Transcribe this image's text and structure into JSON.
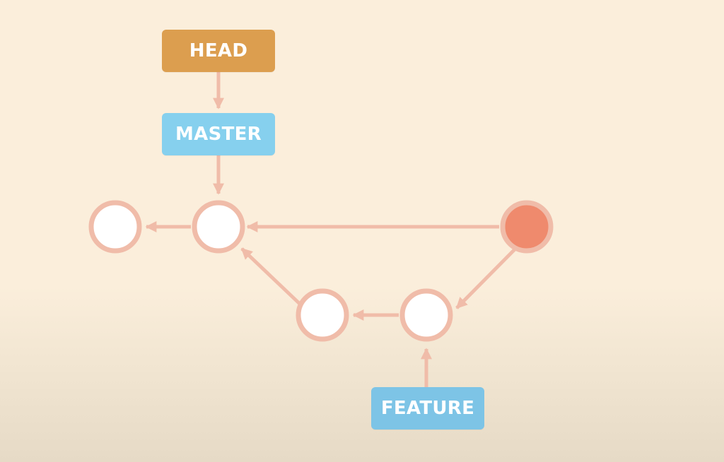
{
  "labels": {
    "head": "HEAD",
    "master": "MASTER",
    "feature": "FEATURE"
  },
  "colors": {
    "background": "#fbeedb",
    "head": "#dc9e4f",
    "branch": "#86d0ee",
    "edge": "#f0bca9",
    "commit_fill": "#ffffff",
    "new_commit_fill": "#ef8a6d"
  },
  "commits": [
    {
      "id": "c1"
    },
    {
      "id": "c2"
    },
    {
      "id": "c3"
    },
    {
      "id": "c4"
    },
    {
      "id": "c5",
      "highlight": true
    }
  ]
}
